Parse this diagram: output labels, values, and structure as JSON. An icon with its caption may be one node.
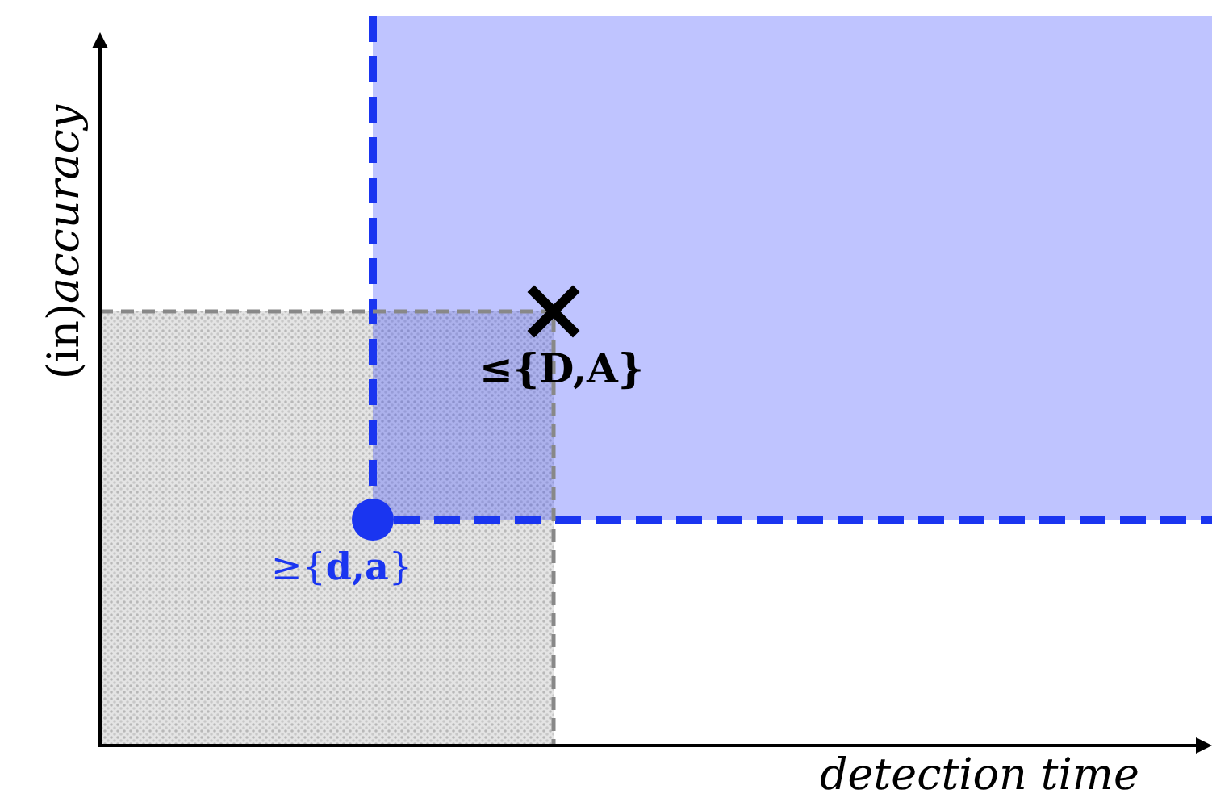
{
  "diagram": {
    "labels": [
      "(in)*accuracy*",
      "≤{D,A}",
      "≥{**d,a**}",
      "detection time"
    ]
  }
}
